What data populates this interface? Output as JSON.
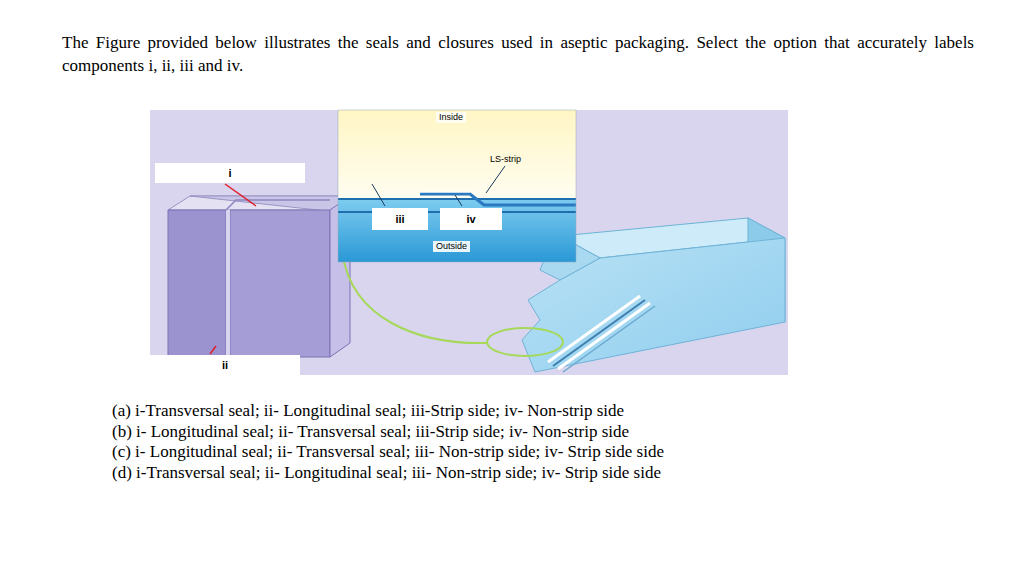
{
  "diagram": {
    "nodes": [
      {
        "text": [
          "i"
        ]
      },
      {
        "text": [
          "ii"
        ]
      },
      {
        "text": [
          "iii"
        ]
      },
      {
        "text": [
          "iv"
        ]
      }
    ],
    "labels": [
      "The Figure provided below illustrates the seals and closures used in aseptic packaging. Select the option that accurately labels components i, ii, iii and iv.",
      "Inside",
      "LS-strip",
      "Outside",
      "(a) i-Transversal seal; ii- Longitudinal seal; iii-Strip side; iv- Non-strip side",
      "(b) i- Longitudinal seal; ii- Transversal seal; iii-Strip side; iv- Non-strip side",
      "(c) i- Longitudinal seal; ii- Transversal seal; iii- Non-strip side; iv- Strip side side",
      "(d) i-Transversal seal; ii- Longitudinal seal; iii- Non-strip side; iv- Strip side side"
    ]
  }
}
